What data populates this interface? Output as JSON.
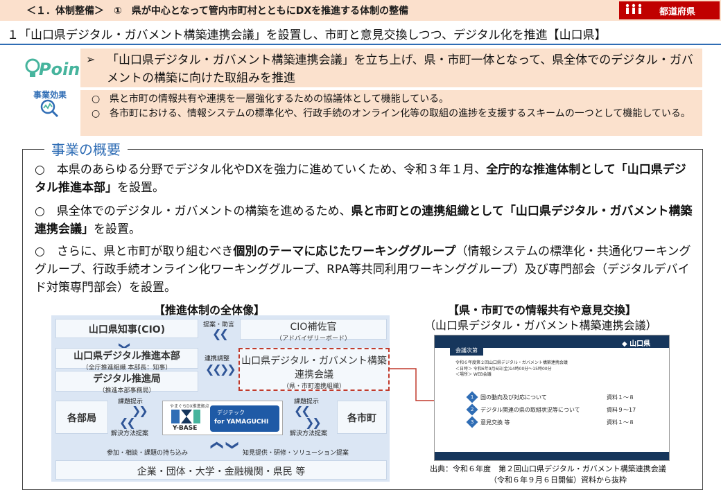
{
  "header": {
    "section": "＜１．体制整備＞　①　県が中心となって管内市町村とともにDXを推進する体制の整備",
    "badge": "都道府県"
  },
  "title": "１「山口県デジタル・ガバメント構築連携会議」を設置し、市町と意見交換しつつ、デジタル化を推進【山口県】",
  "point": {
    "logo": "Point",
    "arrow": "➢",
    "text": "「山口県デジタル・ガバメント構築連携会議」を立ち上げ、県・市町一体となって、県全体でのデジタル・ガバメントの構築に向けた取組みを推進"
  },
  "effects": {
    "label": "事業効果",
    "items": [
      "県と市町の情報共有や連携を一層強化するための協議体として機能している。",
      "各市町における、情報システムの標準化や、行政手続のオンライン化等の取組の進捗を支援するスキームの一つとして機能している。"
    ]
  },
  "overview": {
    "title": "事業の概要",
    "p1": {
      "a": "○　本県のあらゆる分野でデジタル化やDXを強力に進めていくため、令和３年１月、",
      "b": "全庁的な推進体制として「山口県デジタル推進本部」",
      "c": "を設置。"
    },
    "p2": {
      "a": "○　県全体でのデジタル・ガバメントの構築を進めるため、",
      "b": "県と市町との連携組織として「山口県デジタル・ガバメント構築連携会議」",
      "c": "を設置。"
    },
    "p3": {
      "a": "○　さらに、県と市町が取り組むべき",
      "b": "個別のテーマに応じたワーキンググループ",
      "c": "（情報システムの標準化・共通化ワーキンググループ、行政手続オンライン化ワーキンググループ、RPA等共同利用ワーキンググループ）及び専門部会（デジタルデバイド対策専門部会）を設置。"
    }
  },
  "diagram": {
    "title": "【推進体制の全体像】",
    "governor": "山口県知事(CIO)",
    "cio_assist": "CIO補佐官",
    "cio_assist_sub": "（アドバイザリーボード）",
    "proposal": "提案・助言",
    "hq": "山口県デジタル推進本部",
    "hq_sub": "（全庁推進組織 本部長：知事）",
    "bureau": "デジタル推進局",
    "bureau_sub": "（推進本部事務局）",
    "coord": "連携調整",
    "council": "山口県デジタル・ガバメント構築連携会議",
    "council_sub": "（県・市町連携組織）",
    "depts": "各部局",
    "cities": "各市町",
    "issue_l": "課題提示",
    "solution_l": "解決方法提案",
    "issue_r": "課題提示",
    "solution_r": "解決方法提案",
    "ybase_small": "やまぐちDX推進拠点",
    "ybase_name": "Y-BASE",
    "digitech": "デジテック",
    "digitech_en": "for YAMAGUCHI",
    "bottom_l": "参加・相談・課題の持ち込み",
    "bottom_r": "知見提供・研修・ソリューション提案",
    "citizens": "企業・団体・大学・金融機関・県民 等"
  },
  "right": {
    "title1": "【県・市町での情報共有や意見交換】",
    "title2": "（山口県デジタル・ガバメント構築連携会議）",
    "slide": {
      "logo": "山口県",
      "tag": "会議次第",
      "meeting": "令和６年度第２回山口県デジタル・ガバメント構築連携会議",
      "date": "＜日時＞ 令和6年9月6日(金)14時00分～15時00分",
      "place": "＜場所＞ WEB会議",
      "items": [
        {
          "n": "1",
          "t": "国の動向及び対応について",
          "r": "資料１～８"
        },
        {
          "n": "2",
          "t": "デジタル関連の県の取組状況等について",
          "r": "資料９～17"
        },
        {
          "n": "3",
          "t": "意見交換 等",
          "r": "資料１～８"
        }
      ]
    },
    "source1": "出典：令和６年度　第２回山口県デジタル・ガバメント構築連携会議",
    "source2": "（令和６年９月６日開催）資料から抜粋"
  },
  "colors": {
    "header_band": "#fbe0cc",
    "badge_red": "#c00000",
    "accent_blue": "#2f6db5",
    "point_green": "#46b49d",
    "diagram_bg": "#dbe6f4",
    "highlight_dash": "#c0392b"
  }
}
